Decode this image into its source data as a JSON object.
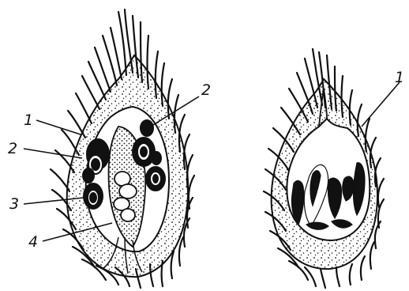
{
  "labels": {
    "left_one": "1",
    "left_two_upper": "2",
    "left_two_lower": "2",
    "left_three": "3",
    "left_four": "4",
    "right_one": "1"
  },
  "colors": {
    "ink": "#111111",
    "paper": "#ffffff"
  }
}
